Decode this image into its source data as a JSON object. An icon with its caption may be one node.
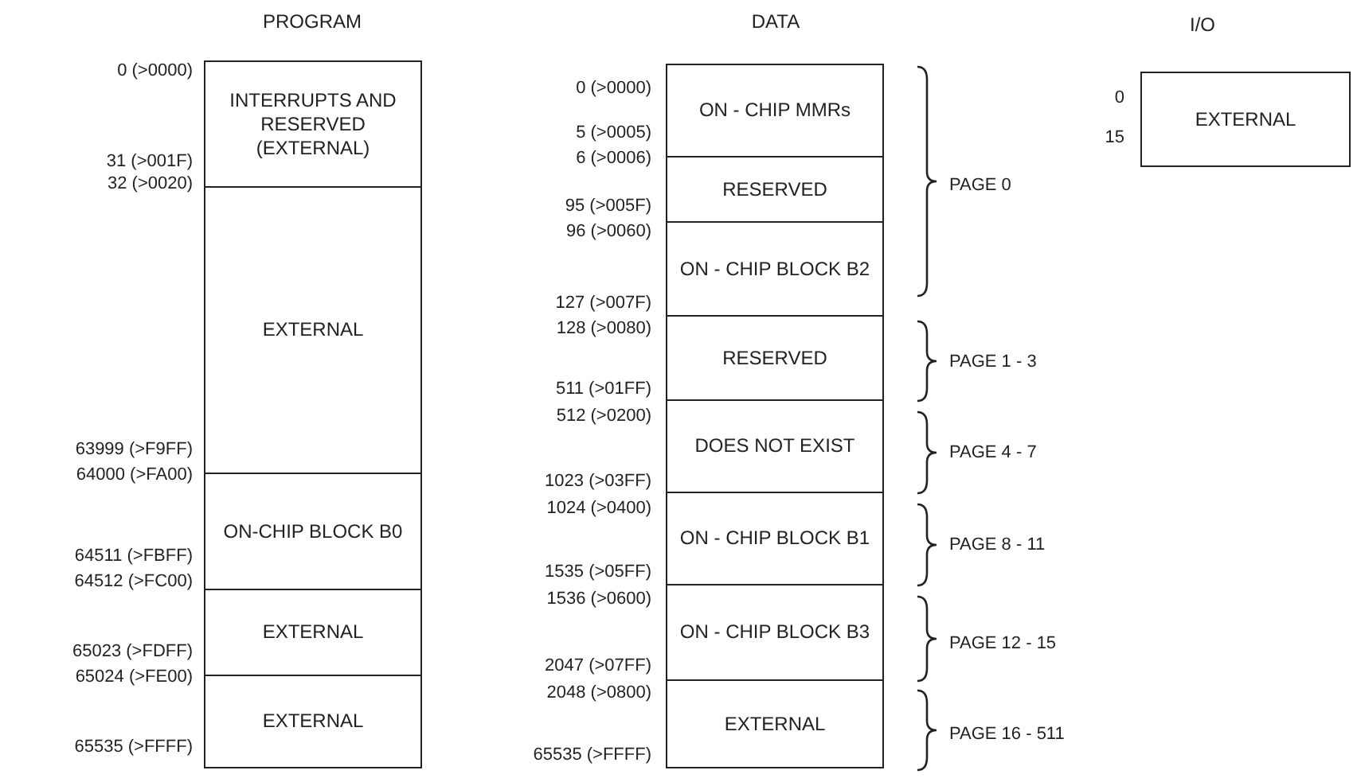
{
  "diagram": {
    "nodes": [
      {
        "text": [
          "INTERRUPTS AND RESERVED (EXTERNAL)"
        ]
      },
      {
        "text": [
          "EXTERNAL"
        ]
      },
      {
        "text": [
          "ON-CHIP BLOCK B0"
        ]
      },
      {
        "text": [
          "EXTERNAL"
        ]
      },
      {
        "text": [
          "EXTERNAL"
        ]
      },
      {
        "text": [
          "ON - CHIP MMRs"
        ]
      },
      {
        "text": [
          "RESERVED"
        ]
      },
      {
        "text": [
          "ON - CHIP BLOCK B2"
        ]
      },
      {
        "text": [
          "RESERVED"
        ]
      },
      {
        "text": [
          "DOES NOT EXIST"
        ]
      },
      {
        "text": [
          "ON - CHIP BLOCK B1"
        ]
      },
      {
        "text": [
          "ON - CHIP BLOCK B3"
        ]
      },
      {
        "text": [
          "EXTERNAL"
        ]
      },
      {
        "text": [
          "EXTERNAL"
        ]
      }
    ],
    "labels": [
      "PROGRAM",
      "DATA",
      "I/O",
      "0 (>0000)",
      "31 (>001F)",
      "32 (>0020)",
      "63999 (>F9FF)",
      "64000 (>FA00)",
      "64511 (>FBFF)",
      "64512 (>FC00)",
      "65023 (>FDFF)",
      "65024 (>FE00)",
      "65535 (>FFFF)",
      "0 (>0000)",
      "5 (>0005)",
      "6 (>0006)",
      "95 (>005F)",
      "96 (>0060)",
      "127 (>007F)",
      "128 (>0080)",
      "511 (>01FF)",
      "512 (>0200)",
      "1023 (>03FF)",
      "1024 (>0400)",
      "1535 (>05FF)",
      "1536 (>0600)",
      "2047 (>07FF)",
      "2048 (>0800)",
      "65535 (>FFFF)",
      "0",
      "15",
      "PAGE 0",
      "PAGE 1 - 3",
      "PAGE 4 - 7",
      "PAGE 8 - 11",
      "PAGE 12 - 15",
      "PAGE 16 - 511"
    ]
  }
}
